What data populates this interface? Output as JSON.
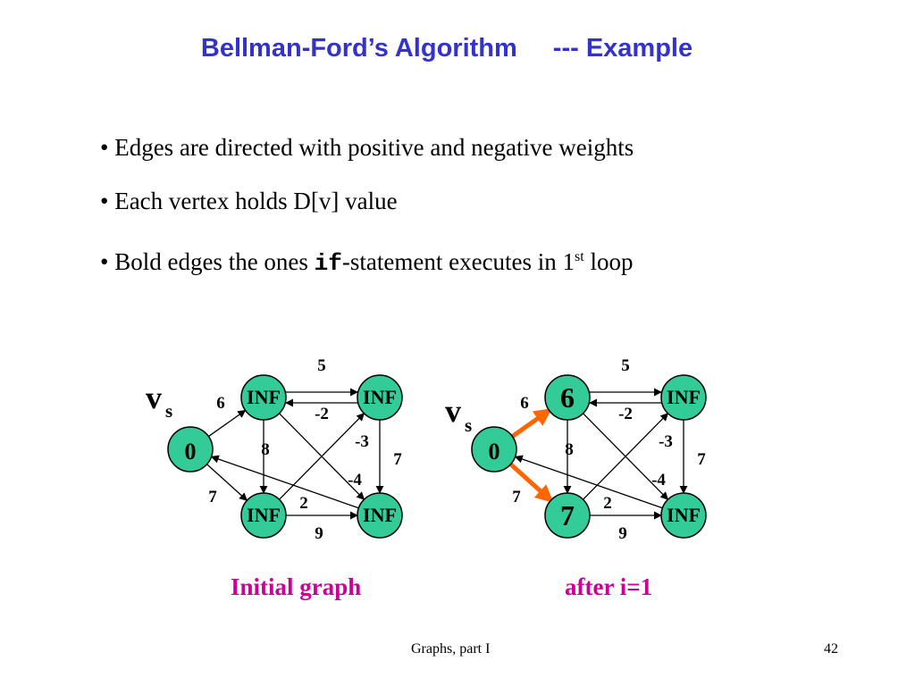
{
  "title": {
    "main": "Bellman-Ford’s Algorithm",
    "suffix": "--- Example"
  },
  "bullets": {
    "b1": "• Edges are directed with positive and negative weights",
    "b2": "• Each vertex holds D[v] value",
    "b3_pre": "• Bold edges the ones ",
    "b3_code": "if",
    "b3_mid": "-statement executes in 1",
    "b3_sup": "st",
    "b3_post": " loop"
  },
  "colors": {
    "title": "#3333cc",
    "node_fill": "#33cc99",
    "bold_edge": "#ff6600",
    "caption": "#cc0099"
  },
  "graphs": [
    {
      "caption": "Initial graph",
      "source_label": "v",
      "source_sub": "s",
      "nodes": {
        "s": "0",
        "t": "INF",
        "x": "INF",
        "y": "INF",
        "z": "INF"
      },
      "weights": {
        "st": "6",
        "sy": "7",
        "tx": "5",
        "xt": "-2",
        "ty": "8",
        "tz": "-4",
        "yx": "-3",
        "yz": "9",
        "xz": "7",
        "zs": "2"
      }
    },
    {
      "caption": "after i=1",
      "source_label": "v",
      "source_sub": "s",
      "nodes": {
        "s": "0",
        "t": "6",
        "x": "INF",
        "y": "7",
        "z": "INF"
      },
      "weights": {
        "st": "6",
        "sy": "7",
        "tx": "5",
        "xt": "-2",
        "ty": "8",
        "tz": "-4",
        "yx": "-3",
        "yz": "9",
        "xz": "7",
        "zs": "2"
      },
      "bold_edges": [
        "st",
        "sy"
      ]
    }
  ],
  "footer": {
    "center": "Graphs, part I",
    "page": "42"
  }
}
